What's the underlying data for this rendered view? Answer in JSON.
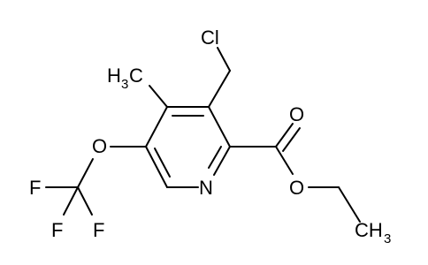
{
  "molecule": {
    "atoms": {
      "chlorine": "Cl",
      "methyl_carbon": "H",
      "methyl_subscript": "3",
      "methyl_tail": "C",
      "carbonyl_oxygen": "O",
      "ester_oxygen": "O",
      "ether_oxygen": "O",
      "ring_nitrogen": "N",
      "fluorine_left": "F",
      "fluorine_bottom_left": "F",
      "fluorine_bottom_right": "F",
      "ethyl_carbon": "CH",
      "ethyl_subscript": "3"
    }
  }
}
